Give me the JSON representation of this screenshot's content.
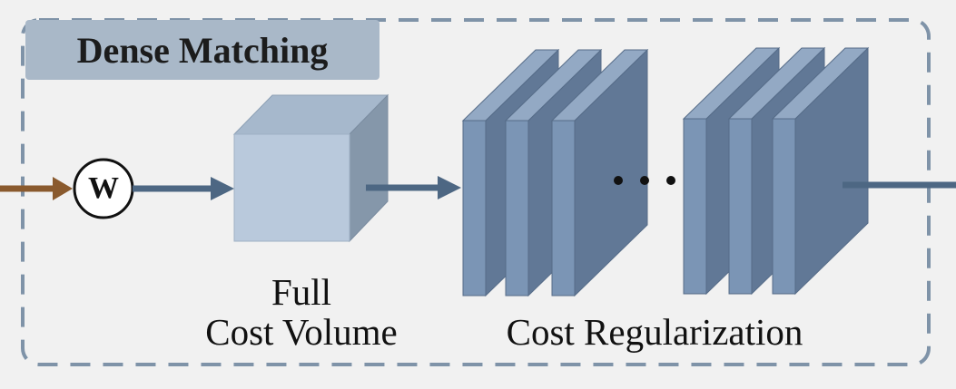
{
  "module": {
    "title": "Dense Matching",
    "warp_symbol": "W",
    "cost_volume_label_line1": "Full",
    "cost_volume_label_line2": "Cost Volume",
    "regularization_label": "Cost Regularization",
    "ellipsis": "• • •"
  },
  "colors": {
    "background": "#f1f1f1",
    "border_dashed": "#7f93a8",
    "title_fill": "#a9b8c8",
    "input_arrow": "#8a5a2e",
    "flow_arrow": "#4d6783",
    "cube_front": "#b9c9dc",
    "cube_top": "#a6b8cc",
    "cube_side": "#8597aa",
    "plate_front": "#7b95b5",
    "plate_side": "#617896",
    "plate_top": "#93a9c4"
  },
  "icons": [
    "warp-operator-icon",
    "cube-icon",
    "feature-plate-icon"
  ]
}
